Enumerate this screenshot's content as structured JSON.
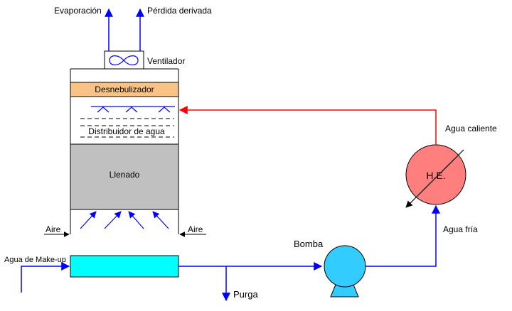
{
  "labels": {
    "evaporation": "Evaporación",
    "drift_loss": "Pérdida derivada",
    "fan": "Ventilador",
    "drift_eliminator": "Desnebulizador",
    "water_distributor": "Distribuidor de agua",
    "fill": "Llenado",
    "air_left": "Aire",
    "air_right": "Aire",
    "makeup_water": "Agua de Make-up",
    "purge": "Purga",
    "pump": "Bomba",
    "heat_exchanger": "H.E.",
    "hot_water": "Agua caliente",
    "cold_water": "Agua fría"
  },
  "colors": {
    "water_line": "#0000ff",
    "hot_line": "#ff0000",
    "drift_eliminator_fill": "#f8c384",
    "fill_media": "#c0c0c0",
    "basin": "#00ffff",
    "pump": "#33ccff",
    "heat_exchanger": "#ff7f7f"
  }
}
